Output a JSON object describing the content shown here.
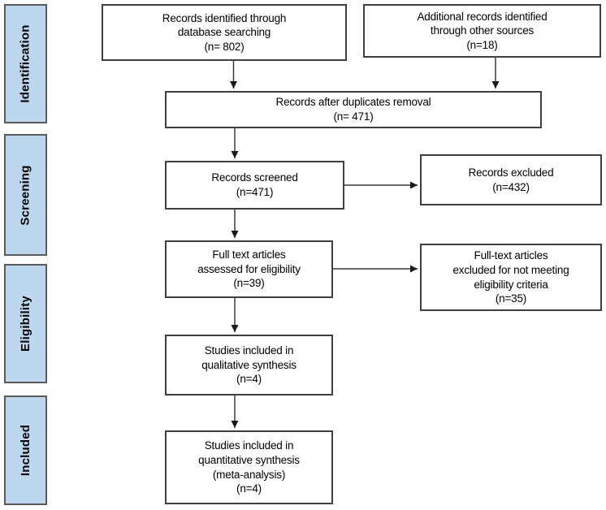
{
  "stages": {
    "identification": "Identification",
    "screening": "Screening",
    "eligibility": "Eligibility",
    "included": "Included"
  },
  "boxes": {
    "database_search": "Records identified through\ndatabase searching\n(n= 802)",
    "other_sources": "Additional records identified\nthrough other sources\n(n=18)",
    "after_duplicates": "Records after duplicates removal\n(n= 471)",
    "records_screened": "Records screened\n(n=471)",
    "records_excluded": "Records excluded\n(n=432)",
    "fulltext_assessed": "Full text articles\nassessed for eligibility\n(n=39)",
    "fulltext_excluded": "Full-text articles\nexcluded for not meeting\neligibility criteria\n(n=35)",
    "qualitative_synthesis": "Studies included in\nqualitative synthesis\n(n=4)",
    "quantitative_synthesis": "Studies included in\nquantitative synthesis\n(meta-analysis)\n(n=4)"
  },
  "colors": {
    "stage_fill": "#bdd7ee",
    "stage_border": "#595959",
    "box_border": "#3f3f3f",
    "arrow": "#3a3a3a"
  }
}
